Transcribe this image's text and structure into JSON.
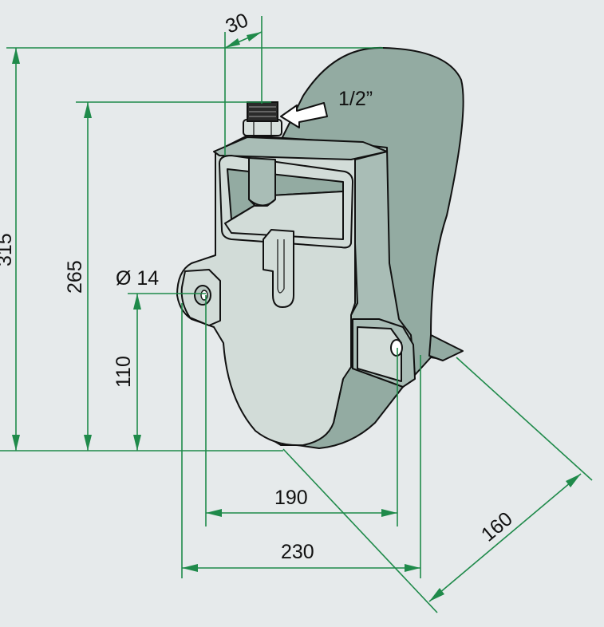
{
  "diagram": {
    "labels": {
      "pipe_width": "30",
      "thread": "1/2”",
      "total_height": "315",
      "pipe_height": "265",
      "hole_diameter": "Ø 14",
      "hole_height": "110",
      "hole_spacing": "190",
      "overall_width": "230",
      "depth": "160"
    },
    "colors": {
      "dimension_line": "#1f8a4a",
      "body_dark": "#93aba2",
      "body_light": "#d2dcd8",
      "background": "#e6eaeb"
    },
    "icons": {
      "thread_arrow": "left-arrow-outline"
    }
  }
}
